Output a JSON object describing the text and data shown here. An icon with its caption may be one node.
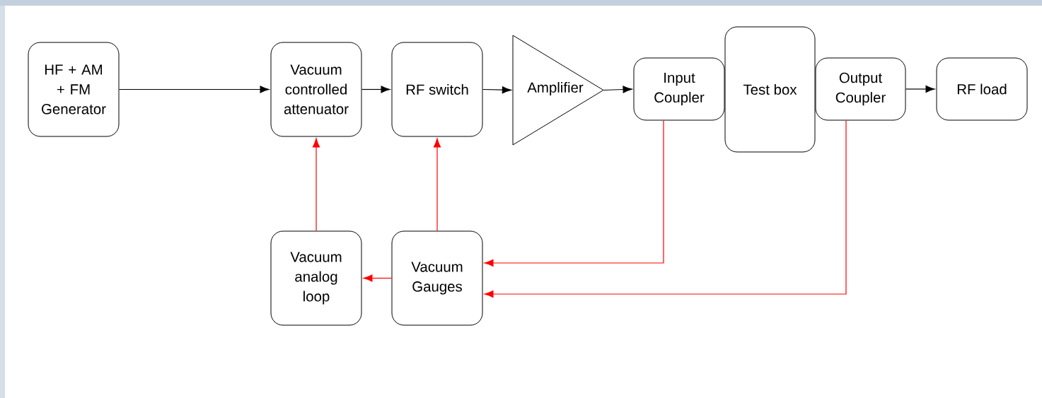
{
  "diagram": {
    "nodes": [
      {
        "text": [
          "HF + AM + FM Generator"
        ]
      },
      {
        "text": [
          "Vacuum controlled attenuator"
        ]
      },
      {
        "text": [
          "RF switch"
        ]
      },
      {
        "text": [
          "Amplifier"
        ]
      },
      {
        "text": [
          "Input Coupler"
        ]
      },
      {
        "text": [
          "Test box"
        ]
      },
      {
        "text": [
          "Output Coupler"
        ]
      },
      {
        "text": [
          "RF load"
        ]
      },
      {
        "text": [
          "Vacuum analog loop"
        ]
      },
      {
        "text": [
          "Vacuum Gauges"
        ]
      }
    ],
    "edges": [
      {
        "from": 0,
        "to": 1,
        "arrow": "to"
      },
      {
        "from": 1,
        "to": 2,
        "arrow": "to"
      },
      {
        "from": 2,
        "to": 3,
        "arrow": "to"
      },
      {
        "from": 3,
        "to": 4,
        "arrow": "to"
      },
      {
        "from": 6,
        "to": 7,
        "arrow": "to"
      },
      {
        "from": 8,
        "to": 1,
        "arrow": "to",
        "color": "#ff0000"
      },
      {
        "from": 9,
        "to": 2,
        "arrow": "to",
        "color": "#ff0000"
      },
      {
        "from": 4,
        "to": 9,
        "arrow": "to",
        "color": "#ff0000"
      },
      {
        "from": 6,
        "to": 9,
        "arrow": "to",
        "color": "#ff0000"
      },
      {
        "from": 9,
        "to": 8,
        "arrow": "to",
        "color": "#ff0000"
      }
    ]
  }
}
